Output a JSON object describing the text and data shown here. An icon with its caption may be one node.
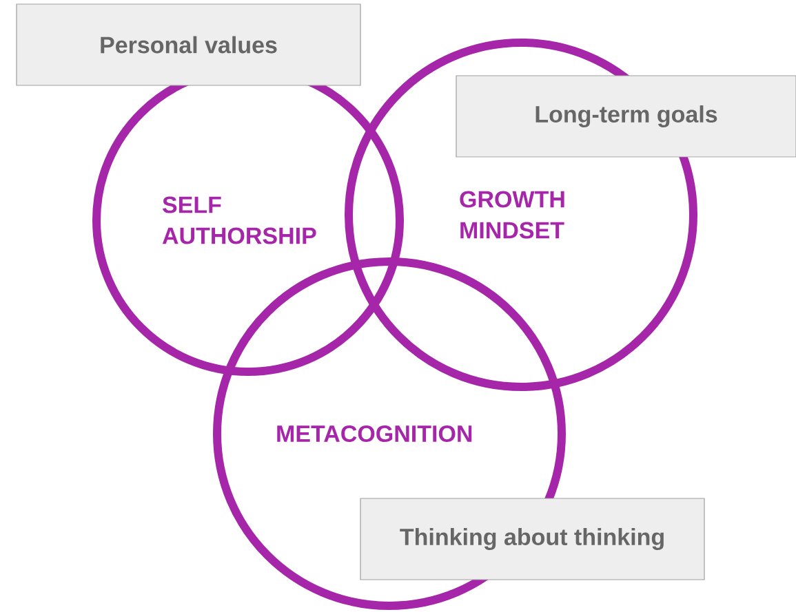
{
  "diagram": {
    "nodes": [
      {
        "text": [
          "Personal values"
        ]
      },
      {
        "text": [
          "SELF AUTHORSHIP"
        ]
      },
      {
        "text": [
          "Long-term goals"
        ]
      },
      {
        "text": [
          "GROWTH MINDSET"
        ]
      },
      {
        "text": [
          "METACOGNITION"
        ]
      },
      {
        "text": [
          "Thinking about thinking"
        ]
      }
    ]
  }
}
